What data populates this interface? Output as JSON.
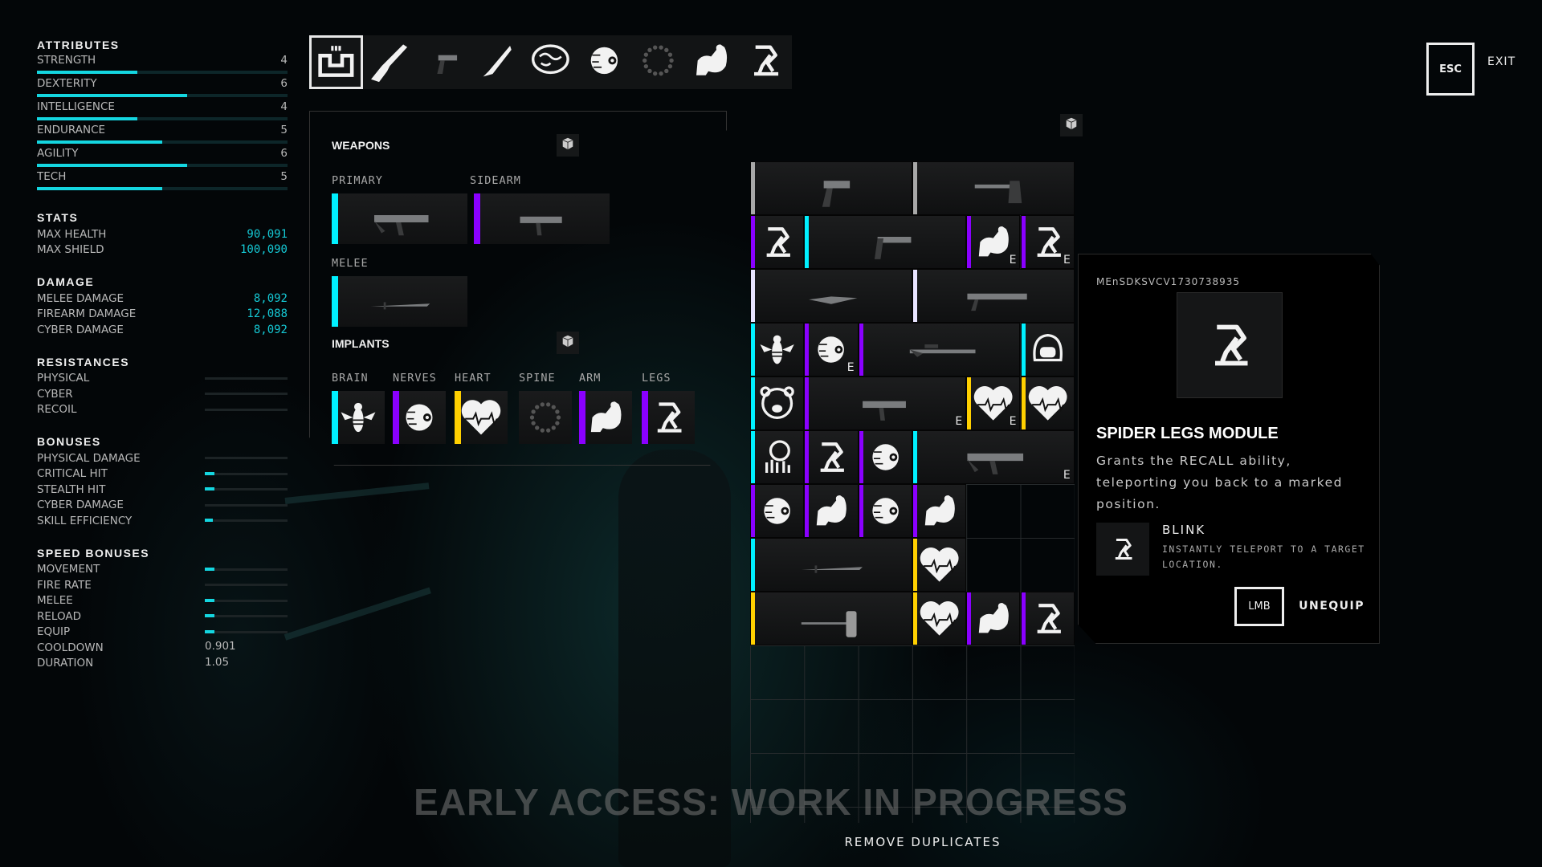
{
  "colors": {
    "accent": "#14d6e0",
    "common": "#a8a8a8",
    "uncommon": "#e8e4ff",
    "rare": "#00f0ff",
    "epic": "#8a00ff",
    "legendary": "#ffd000"
  },
  "attributes": {
    "title": "ATTRIBUTES",
    "items": [
      {
        "label": "STRENGTH",
        "value": "4",
        "fill": 0.4
      },
      {
        "label": "DEXTERITY",
        "value": "6",
        "fill": 0.6
      },
      {
        "label": "INTELLIGENCE",
        "value": "4",
        "fill": 0.4
      },
      {
        "label": "ENDURANCE",
        "value": "5",
        "fill": 0.5
      },
      {
        "label": "AGILITY",
        "value": "6",
        "fill": 0.6
      },
      {
        "label": "TECH",
        "value": "5",
        "fill": 0.5
      }
    ]
  },
  "stats": {
    "title": "STATS",
    "items": [
      {
        "label": "MAX HEALTH",
        "value": "90,091"
      },
      {
        "label": "MAX SHIELD",
        "value": "100,090"
      }
    ]
  },
  "damage": {
    "title": "DAMAGE",
    "items": [
      {
        "label": "MELEE DAMAGE",
        "value": "8,092"
      },
      {
        "label": "FIREARM DAMAGE",
        "value": "12,088"
      },
      {
        "label": "CYBER DAMAGE",
        "value": "8,092"
      }
    ]
  },
  "resistances": {
    "title": "RESISTANCES",
    "items": [
      {
        "label": "PHYSICAL",
        "fill": 0
      },
      {
        "label": "CYBER",
        "fill": 0
      },
      {
        "label": "RECOIL",
        "fill": 0
      }
    ]
  },
  "bonuses": {
    "title": "BONUSES",
    "items": [
      {
        "label": "PHYSICAL DAMAGE",
        "fill": 0
      },
      {
        "label": "CRITICAL HIT",
        "fill": 0.12
      },
      {
        "label": "STEALTH HIT",
        "fill": 0.12
      },
      {
        "label": "CYBER DAMAGE",
        "fill": 0
      },
      {
        "label": "SKILL EFFICIENCY",
        "fill": 0.1
      }
    ]
  },
  "speed": {
    "title": "SPEED BONUSES",
    "items": [
      {
        "label": "MOVEMENT",
        "fill": 0.12
      },
      {
        "label": "FIRE RATE",
        "fill": 0
      },
      {
        "label": "MELEE",
        "fill": 0.12
      },
      {
        "label": "RELOAD",
        "fill": 0.12
      },
      {
        "label": "EQUIP",
        "fill": 0.12
      },
      {
        "label": "COOLDOWN",
        "value": "0.901"
      },
      {
        "label": "DURATION",
        "value": "1.05"
      }
    ]
  },
  "tabs": [
    "inventory-icon",
    "assault-rifle-icon",
    "pistol-icon",
    "knife-icon",
    "brain-icon",
    "eye-icon",
    "spine-icon",
    "arm-icon",
    "legs-icon"
  ],
  "equip": {
    "weapons_title": "WEAPONS",
    "primary": "PRIMARY",
    "sidearm": "SIDEARM",
    "melee": "MELEE",
    "implants_title": "IMPLANTS",
    "primary_item": {
      "icon": "rifle",
      "rarity": "rare"
    },
    "sidearm_item": {
      "icon": "smg",
      "rarity": "epic"
    },
    "melee_item": {
      "icon": "katana",
      "rarity": "rare"
    },
    "implants": [
      {
        "label": "BRAIN",
        "icon": "bee",
        "rarity": "rare"
      },
      {
        "label": "NERVES",
        "icon": "eye",
        "rarity": "epic"
      },
      {
        "label": "HEART",
        "icon": "heart",
        "rarity": "legendary"
      },
      {
        "label": "SPINE",
        "icon": "spine",
        "rarity": ""
      },
      {
        "label": "ARM",
        "icon": "arm",
        "rarity": "epic"
      },
      {
        "label": "LEGS",
        "icon": "legs",
        "rarity": "epic"
      }
    ]
  },
  "inventory": [
    {
      "icon": "pistol",
      "rarity": "common",
      "c": 0,
      "r": 0,
      "w": 3
    },
    {
      "icon": "axe",
      "rarity": "common",
      "c": 3,
      "r": 0,
      "w": 3
    },
    {
      "icon": "legs",
      "rarity": "epic",
      "c": 0,
      "r": 1,
      "w": 1
    },
    {
      "icon": "revolver",
      "rarity": "rare",
      "c": 1,
      "r": 1,
      "w": 3
    },
    {
      "icon": "arm",
      "rarity": "epic",
      "c": 4,
      "r": 1,
      "w": 1,
      "tag": "E"
    },
    {
      "icon": "legs",
      "rarity": "epic",
      "c": 5,
      "r": 1,
      "w": 1,
      "tag": "E"
    },
    {
      "icon": "knife",
      "rarity": "uncommon",
      "c": 0,
      "r": 2,
      "w": 3
    },
    {
      "icon": "shotgun",
      "rarity": "uncommon",
      "c": 3,
      "r": 2,
      "w": 3
    },
    {
      "icon": "bee",
      "rarity": "rare",
      "c": 0,
      "r": 3,
      "w": 1
    },
    {
      "icon": "eye",
      "rarity": "epic",
      "c": 1,
      "r": 3,
      "w": 1,
      "tag": "E"
    },
    {
      "icon": "sniper",
      "rarity": "epic",
      "c": 2,
      "r": 3,
      "w": 3
    },
    {
      "icon": "gorilla",
      "rarity": "rare",
      "c": 5,
      "r": 3,
      "w": 1
    },
    {
      "icon": "bear",
      "rarity": "rare",
      "c": 0,
      "r": 4,
      "w": 1
    },
    {
      "icon": "smg",
      "rarity": "epic",
      "c": 1,
      "r": 4,
      "w": 3,
      "tag": "E"
    },
    {
      "icon": "heart",
      "rarity": "legendary",
      "c": 4,
      "r": 4,
      "w": 1,
      "tag": "E"
    },
    {
      "icon": "heart",
      "rarity": "legendary",
      "c": 5,
      "r": 4,
      "w": 1
    },
    {
      "icon": "octopus",
      "rarity": "rare",
      "c": 0,
      "r": 5,
      "w": 1
    },
    {
      "icon": "legs",
      "rarity": "epic",
      "c": 1,
      "r": 5,
      "w": 1
    },
    {
      "icon": "eye",
      "rarity": "epic",
      "c": 2,
      "r": 5,
      "w": 1
    },
    {
      "icon": "rifle",
      "rarity": "rare",
      "c": 3,
      "r": 5,
      "w": 3,
      "tag": "E"
    },
    {
      "icon": "eye",
      "rarity": "epic",
      "c": 0,
      "r": 6,
      "w": 1
    },
    {
      "icon": "arm",
      "rarity": "epic",
      "c": 1,
      "r": 6,
      "w": 1
    },
    {
      "icon": "eye",
      "rarity": "epic",
      "c": 2,
      "r": 6,
      "w": 1
    },
    {
      "icon": "arm",
      "rarity": "epic",
      "c": 3,
      "r": 6,
      "w": 1
    },
    {
      "icon": "katana",
      "rarity": "rare",
      "c": 0,
      "r": 7,
      "w": 3
    },
    {
      "icon": "heart",
      "rarity": "legendary",
      "c": 3,
      "r": 7,
      "w": 1
    },
    {
      "icon": "hammer",
      "rarity": "legendary",
      "c": 0,
      "r": 8,
      "w": 3
    },
    {
      "icon": "heart",
      "rarity": "legendary",
      "c": 3,
      "r": 8,
      "w": 1
    },
    {
      "icon": "arm",
      "rarity": "epic",
      "c": 4,
      "r": 8,
      "w": 1
    },
    {
      "icon": "legs",
      "rarity": "epic",
      "c": 5,
      "r": 8,
      "w": 1
    }
  ],
  "detail": {
    "id": "MEnSDKSVCV1730738935",
    "icon": "legs",
    "title": "SPIDER LEGS MODULE",
    "description": "Grants the RECALL ability, teleporting you back to a marked position.",
    "ability": {
      "name": "BLINK",
      "description": "INSTANTLY TELEPORT TO A TARGET LOCATION."
    },
    "key": "LMB",
    "action": "UNEQUIP"
  },
  "esc": "ESC",
  "exit": "EXIT",
  "watermark": "EARLY ACCESS: WORK IN PROGRESS",
  "remove_duplicates": "REMOVE DUPLICATES"
}
